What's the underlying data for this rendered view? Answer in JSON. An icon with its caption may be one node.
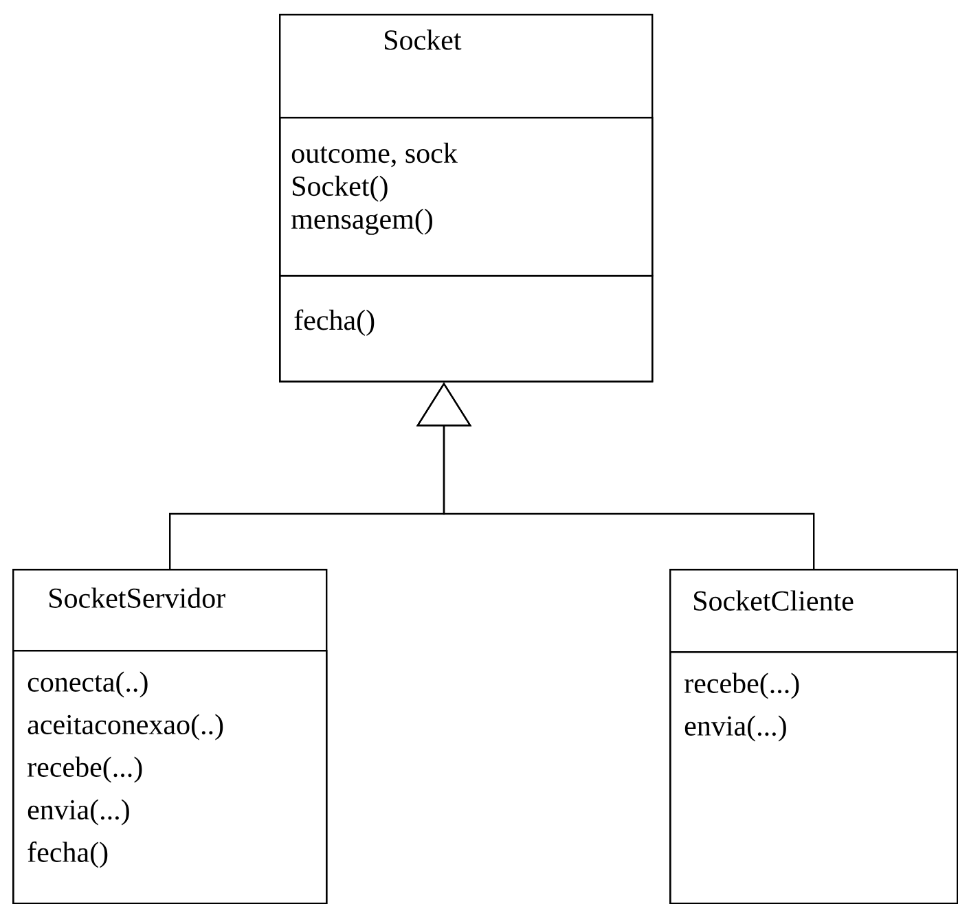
{
  "diagram": {
    "nodes": [
      {
        "text": [
          "Socket"
        ]
      },
      {
        "text": [
          "outcome, sock",
          "Socket()",
          "mensagem()"
        ],
        "in": 0
      },
      {
        "text": [
          "fecha()"
        ],
        "in": 0
      },
      {
        "text": [
          "SocketServidor"
        ]
      },
      {
        "text": [
          "conecta(..)",
          "aceitaconexao(..)",
          "recebe(...)",
          "envia(...)",
          "fecha()"
        ],
        "in": 3
      },
      {
        "text": [
          "SocketCliente"
        ]
      },
      {
        "text": [
          "recebe(...)",
          "envia(...)"
        ],
        "in": 5
      }
    ],
    "edges": [
      {
        "from": 3,
        "to": 0,
        "arrow": "to"
      },
      {
        "from": 5,
        "to": 0,
        "arrow": "to"
      }
    ]
  }
}
